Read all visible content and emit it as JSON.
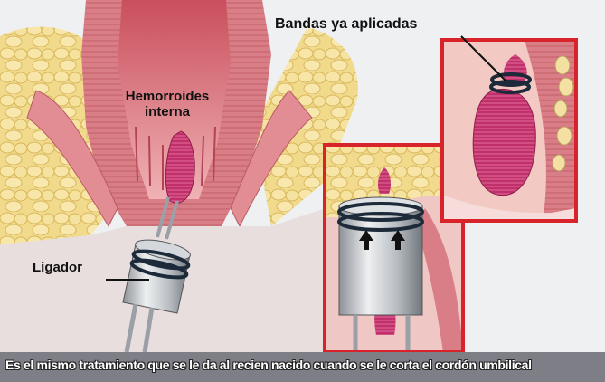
{
  "labels": {
    "hemorrhoid_line1": "Hemorroides",
    "hemorrhoid_line2": "interna",
    "bands_applied": "Bandas ya aplicadas",
    "ligator": "Ligador"
  },
  "caption": "Es el mismo tratamiento que se le da al recien nacido cuando se le corta el cordón umbilical",
  "colors": {
    "inset_border": "#d8232a",
    "fat_tissue": "#f3dc8e",
    "muscle": "#d97e86",
    "mucosa": "#e9a7ad",
    "hemorrhoid": "#c0306a",
    "band": "#1c2a3a",
    "caption_bg": "#7e7e86"
  },
  "icons": [
    "up-arrow-icon",
    "up-arrow-icon"
  ]
}
